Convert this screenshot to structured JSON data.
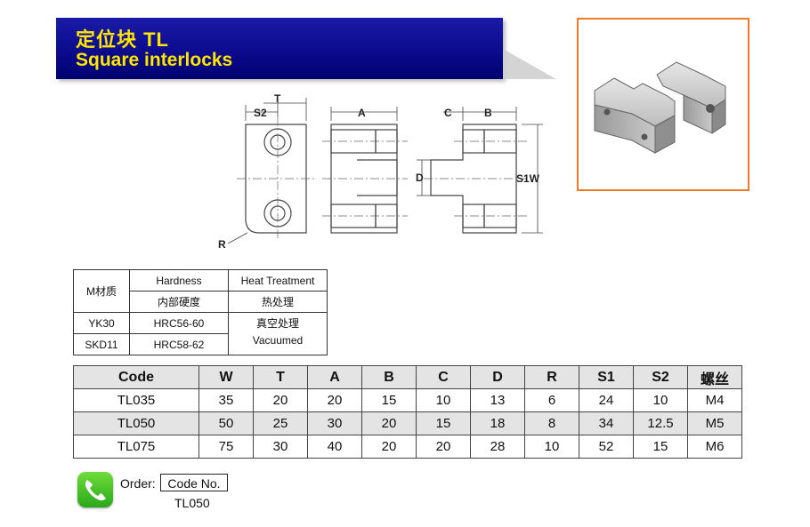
{
  "header": {
    "title_cn": "定位块  TL",
    "title_en": "Square interlocks"
  },
  "drawing": {
    "labels": {
      "s2": "S2",
      "t": "T",
      "a": "A",
      "c": "C",
      "b": "B",
      "d": "D",
      "s1w": "S1W",
      "r": "R"
    }
  },
  "material_table": {
    "material_label": "M材质",
    "hardness_en": "Hardness",
    "hardness_cn": "内部硬度",
    "heat_en": "Heat Treatment",
    "heat_cn": "热处理",
    "rows": [
      {
        "material": "YK30",
        "hardness": "HRC56-60"
      },
      {
        "material": "SKD11",
        "hardness": "HRC58-62"
      }
    ],
    "treatment_cn": "真空处理",
    "treatment_en": "Vacuumed"
  },
  "spec_table": {
    "headers": [
      "Code",
      "W",
      "T",
      "A",
      "B",
      "C",
      "D",
      "R",
      "S1",
      "S2",
      "螺丝"
    ],
    "rows": [
      [
        "TL035",
        "35",
        "20",
        "20",
        "15",
        "10",
        "13",
        "6",
        "24",
        "10",
        "M4"
      ],
      [
        "TL050",
        "50",
        "25",
        "30",
        "20",
        "15",
        "18",
        "8",
        "34",
        "12.5",
        "M5"
      ],
      [
        "TL075",
        "75",
        "30",
        "40",
        "20",
        "20",
        "28",
        "10",
        "52",
        "15",
        "M6"
      ]
    ]
  },
  "order": {
    "label": "Order:",
    "code_box": "Code No.",
    "example": "TL050"
  },
  "icons": {
    "order_icon": "phone-icon"
  },
  "colors": {
    "banner_bg": "#0a0a8a",
    "title_text": "#ffe600",
    "photo_border": "#f07c2a",
    "phone_green": "#2aa81a"
  }
}
